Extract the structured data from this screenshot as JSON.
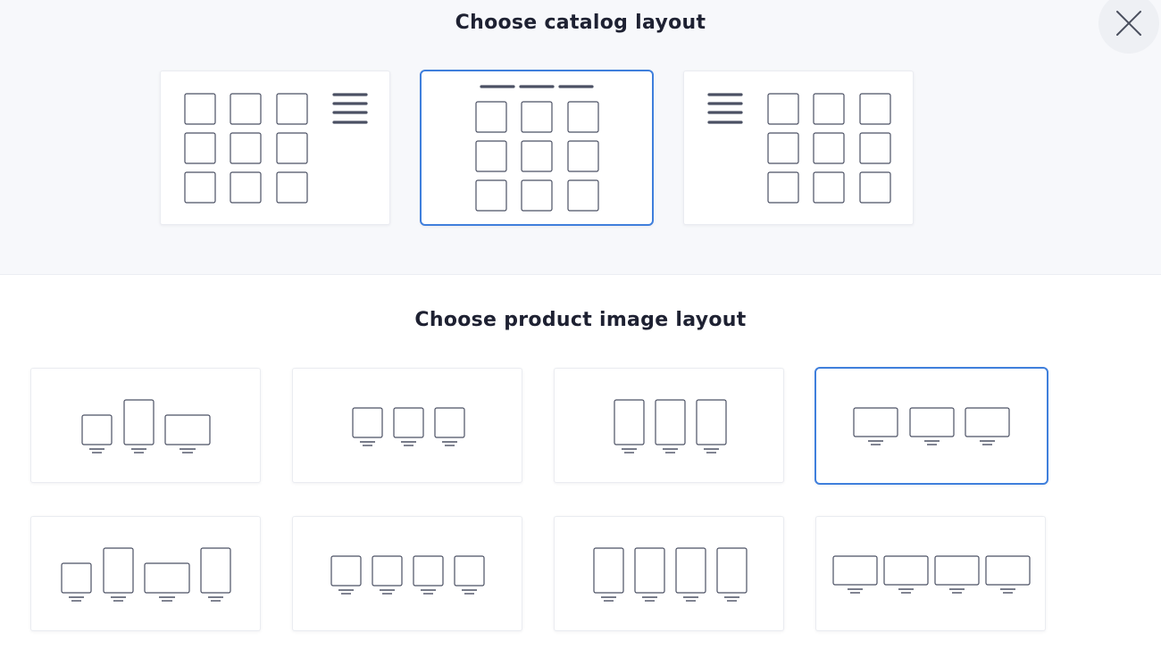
{
  "catalog": {
    "title": "Choose catalog layout",
    "options": [
      {
        "name": "grid-with-right-menu",
        "selected": false
      },
      {
        "name": "grid-with-top-menu",
        "selected": true
      },
      {
        "name": "grid-with-left-menu",
        "selected": false
      }
    ]
  },
  "product_image": {
    "title": "Choose product image layout",
    "options": [
      {
        "name": "mixed-3",
        "selected": false
      },
      {
        "name": "square-3",
        "selected": false
      },
      {
        "name": "portrait-3",
        "selected": false
      },
      {
        "name": "landscape-3",
        "selected": true
      },
      {
        "name": "mixed-4",
        "selected": false
      },
      {
        "name": "square-4",
        "selected": false
      },
      {
        "name": "portrait-4",
        "selected": false
      },
      {
        "name": "landscape-4",
        "selected": false
      }
    ]
  },
  "close": {
    "icon": "close-icon"
  },
  "colors": {
    "accent": "#3f7fdc",
    "icon": "#4b5063",
    "background": "#f7f8fb"
  }
}
